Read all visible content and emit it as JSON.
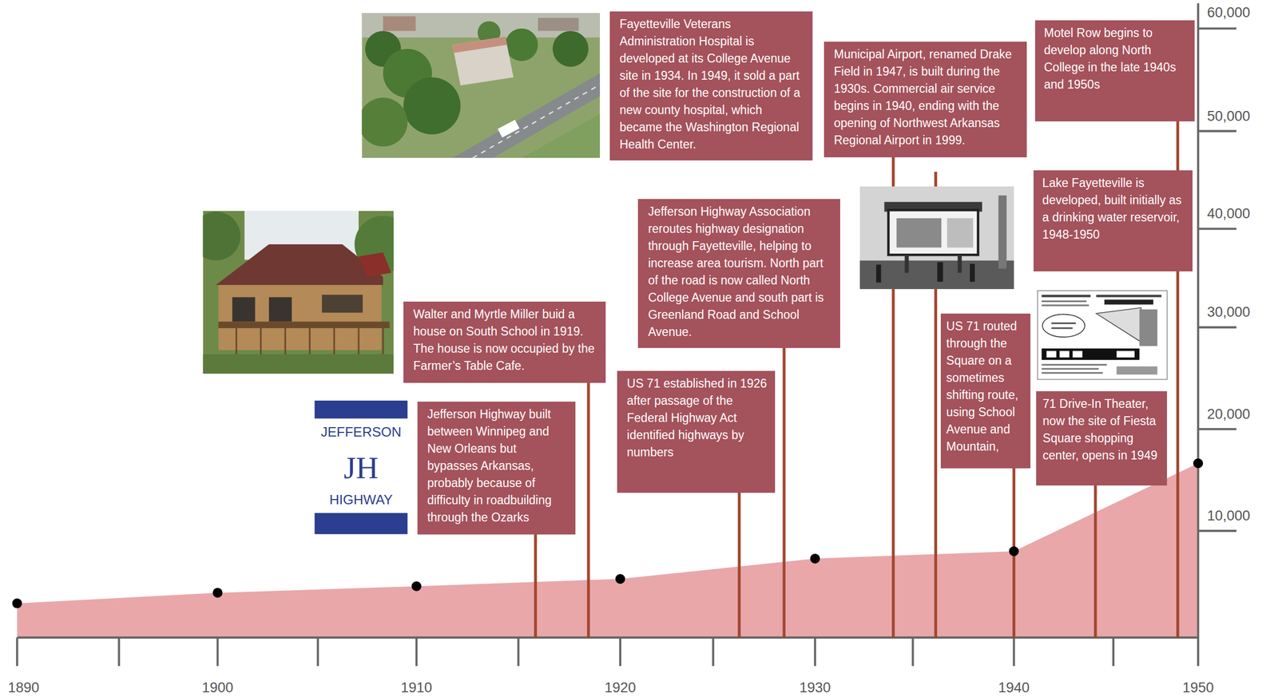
{
  "diagram": {
    "nodes": [
      {
        "text": [
          "Walter and Myrtle Miller buid a house on South School in 1919. The house is now occupied by the Farmer’s Table Cafe."
        ]
      },
      {
        "text": [
          "Jefferson Highway built between Winnipeg and New Orleans but bypasses Arkansas, probably because of difficulty in roadbuilding through the Ozarks"
        ]
      },
      {
        "text": [
          "Fayetteville Veterans Administration Hospital is developed at its College Avenue site in 1934. In 1949, it sold a part of the site for the construction of a new county hospital, which became the Washington Regional Health Center."
        ]
      },
      {
        "text": [
          "Jefferson Highway Association reroutes highway designation through Fayetteville, helping to increase area tourism. North part of the road is now called North College Avenue and south part is Greenland Road and School Avenue."
        ]
      },
      {
        "text": [
          "US 71 established in 1926 after passage of the Federal Highway Act identified highways by numbers"
        ]
      },
      {
        "text": [
          "Municipal Airport, renamed Drake Field in 1947, is built during the 1930s. Commercial air service begins in 1940, ending with the opening of Northwest Arkansas Regional Airport in 1999."
        ]
      },
      {
        "text": [
          "US 71 routed through the Square on a sometimes shifting route, using School Avenue and Mountain,"
        ]
      },
      {
        "text": [
          "Motel Row begins to develop along North College in the late 1940s and 1950s"
        ]
      },
      {
        "text": [
          "Lake Fayetteville is developed, built initially as a drinking water reservoir, 1948-1950"
        ]
      },
      {
        "text": [
          "71 Drive-In Theater, now the site of Fiesta Square shopping center, opens in 1949"
        ]
      }
    ],
    "labels": [
      "JEFFERSON",
      "JH",
      "HIGHWAY",
      "1890",
      "1900",
      "1910",
      "1920",
      "1930",
      "1940",
      "1950",
      "60,000",
      "50,000",
      "40,000",
      "30,000",
      "20,000",
      "10,000"
    ]
  }
}
